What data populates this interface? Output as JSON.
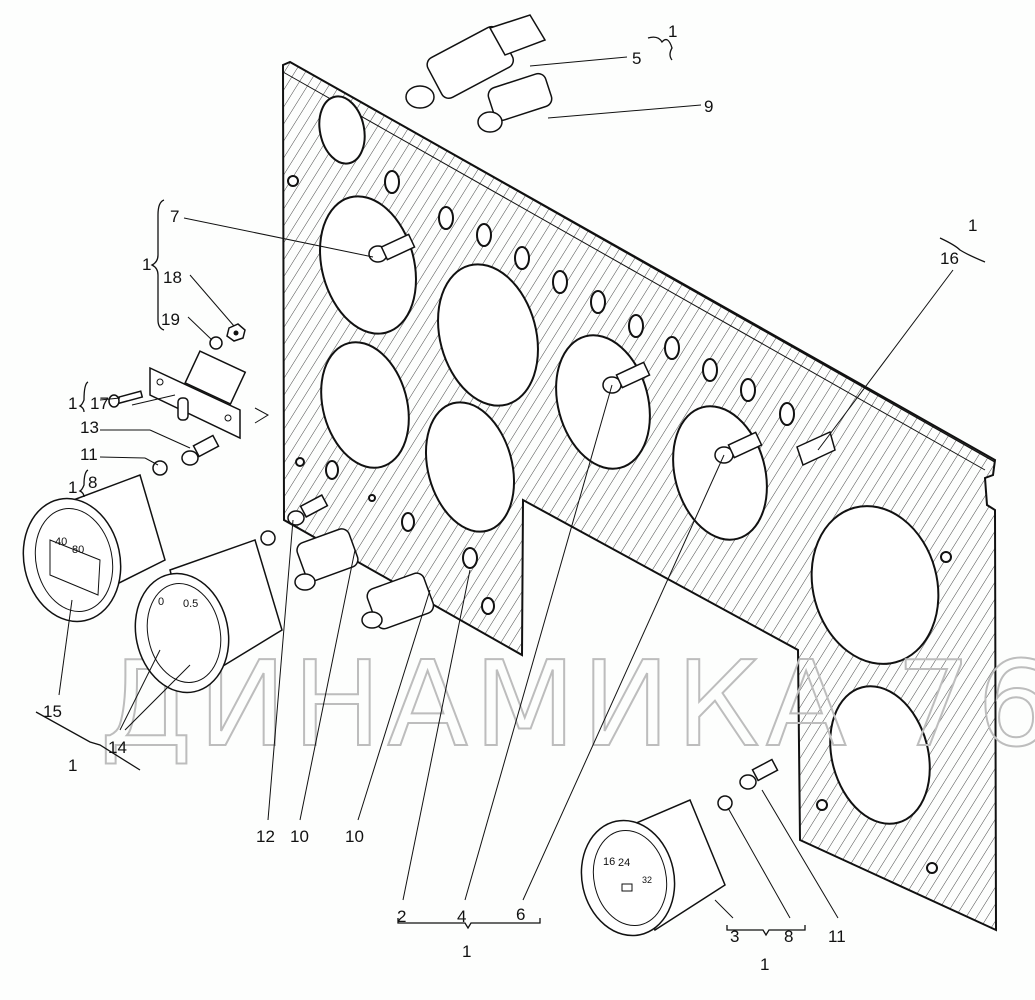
{
  "diagram": {
    "title": "Instrument panel exploded view",
    "watermark": "ДИНАМИКА 76",
    "colors": {
      "ink": "#111111",
      "paper": "#fdfefd",
      "watermark": "#bdbdbd"
    },
    "callouts": {
      "c1": "1",
      "c5": "5",
      "c9": "9",
      "c7": "7",
      "c16": "16",
      "c1b": "1",
      "c18": "18",
      "c19": "19",
      "c1c": "1",
      "c17": "17",
      "c1d": "1",
      "c13": "13",
      "c11": "11",
      "c8": "8",
      "c1e": "1",
      "c15": "15",
      "c14": "14",
      "c1f": "1",
      "c12": "12",
      "c10a": "10",
      "c10b": "10",
      "c2": "2",
      "c4": "4",
      "c6": "6",
      "c1g": "1",
      "c3": "3",
      "c8b": "8",
      "c11b": "11",
      "c1h": "1"
    },
    "gauges": {
      "g15": {
        "t1": "40",
        "t2": "80"
      },
      "g14": {
        "t1": "0",
        "t2": "0.5"
      },
      "g3": {
        "t1": "16",
        "t2": "24",
        "t3": "32"
      }
    }
  }
}
